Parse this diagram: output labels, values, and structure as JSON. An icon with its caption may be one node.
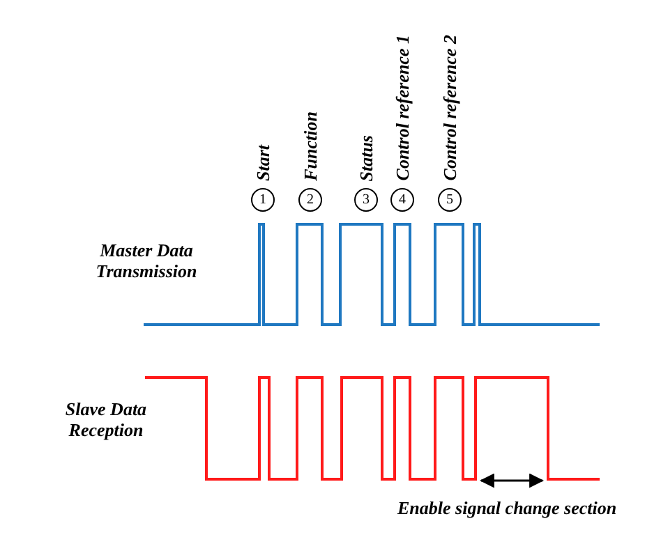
{
  "diagram": {
    "nodes": [
      {
        "text": [
          "1"
        ],
        "beside": [
          "Start"
        ]
      },
      {
        "text": [
          "2"
        ],
        "beside": [
          "Function"
        ]
      },
      {
        "text": [
          "3"
        ],
        "beside": [
          "Status"
        ]
      },
      {
        "text": [
          "4"
        ],
        "beside": [
          "Control reference 1"
        ]
      },
      {
        "text": [
          "5"
        ],
        "beside": [
          "Control reference 2"
        ]
      }
    ],
    "labels": [
      "Master Data Transmission",
      "Slave Data Reception",
      "Enable signal change section"
    ]
  }
}
